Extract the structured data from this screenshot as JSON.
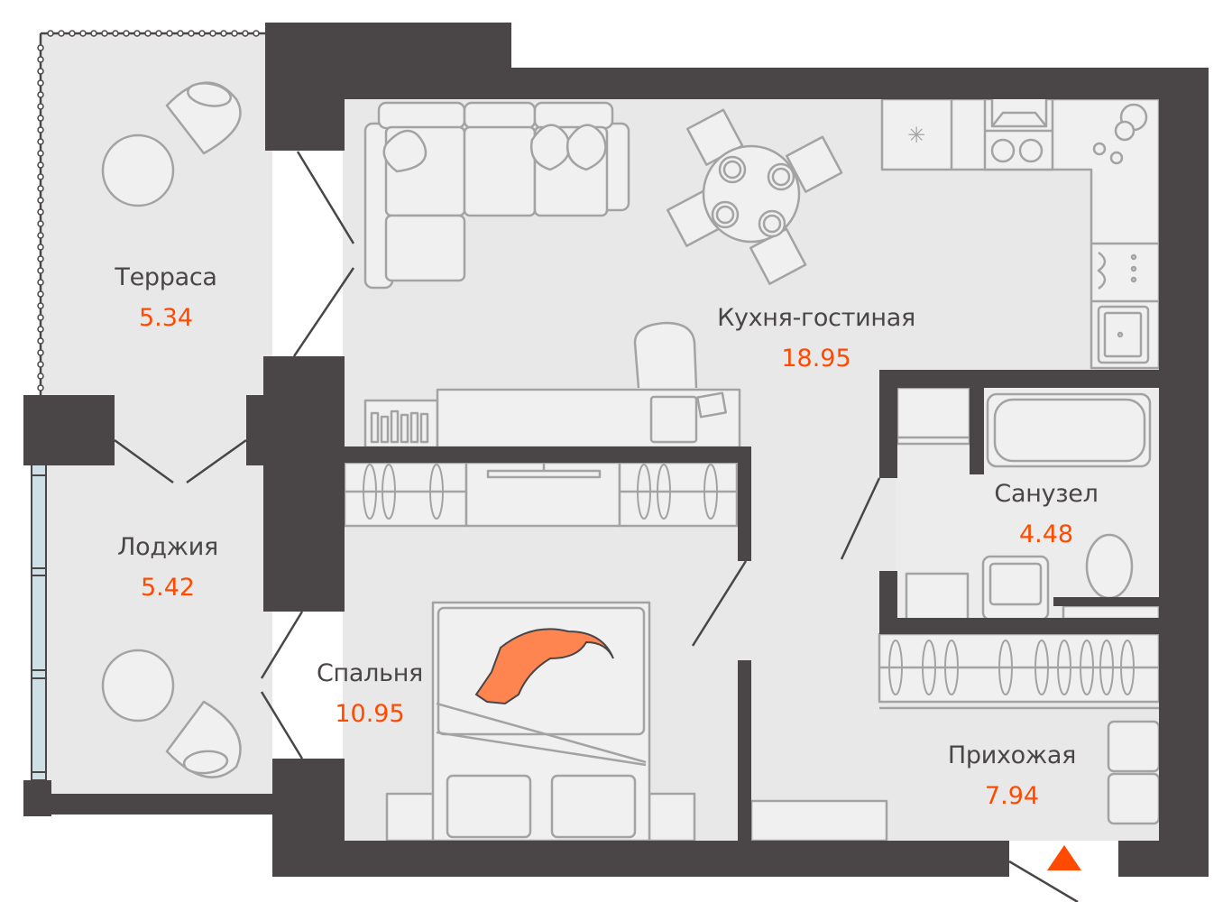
{
  "colors": {
    "wall": "#4a4647",
    "floor": "#e8e8e8",
    "furniture_fill": "#f0f0f0",
    "furniture_stroke": "#a3a3a3",
    "area_text": "#ff4a00",
    "name_text": "#4a4647",
    "window_glass": "#cfdfe6",
    "cat": "#ff8550"
  },
  "rooms": [
    {
      "id": "terrace",
      "name": "Терраса",
      "area": "5.34"
    },
    {
      "id": "loggia",
      "name": "Лоджия",
      "area": "5.42"
    },
    {
      "id": "bedroom",
      "name": "Спальня",
      "area": "10.95"
    },
    {
      "id": "kitchen-living",
      "name": "Кухня-гостиная",
      "area": "18.95"
    },
    {
      "id": "bathroom",
      "name": "Санузел",
      "area": "4.48"
    },
    {
      "id": "hallway",
      "name": "Прихожая",
      "area": "7.94"
    }
  ],
  "entrance_marker": {
    "icon": "entrance-triangle-icon",
    "color": "#ff4a00"
  }
}
